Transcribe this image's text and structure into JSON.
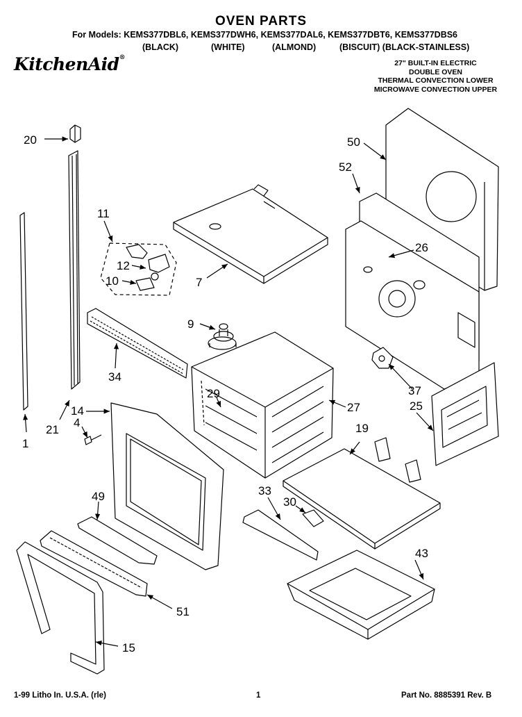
{
  "header": {
    "title": "OVEN PARTS",
    "models": "For Models: KEMS377DBL6, KEMS377DWH6, KEMS377DAL6, KEMS377DBT6, KEMS377DBS6",
    "colors": [
      "(BLACK)",
      "(WHITE)",
      "(ALMOND)",
      "(BISCUIT) (BLACK-STAINLESS)"
    ],
    "brand": "KitchenAid",
    "brand_mark": "®",
    "description": [
      "27\" BUILT-IN ELECTRIC",
      "DOUBLE OVEN",
      "THERMAL CONVECTION LOWER",
      "MICROWAVE CONVECTION UPPER"
    ]
  },
  "callouts": [
    "20",
    "11",
    "12",
    "10",
    "7",
    "9",
    "34",
    "50",
    "52",
    "26",
    "29",
    "27",
    "37",
    "25",
    "14",
    "4",
    "21",
    "1",
    "19",
    "49",
    "33",
    "30",
    "43",
    "51",
    "15"
  ],
  "footer": {
    "litho": "1-99 Litho In. U.S.A. (rle)",
    "page": "1",
    "part_no": "Part No. 8885391 Rev. B"
  }
}
